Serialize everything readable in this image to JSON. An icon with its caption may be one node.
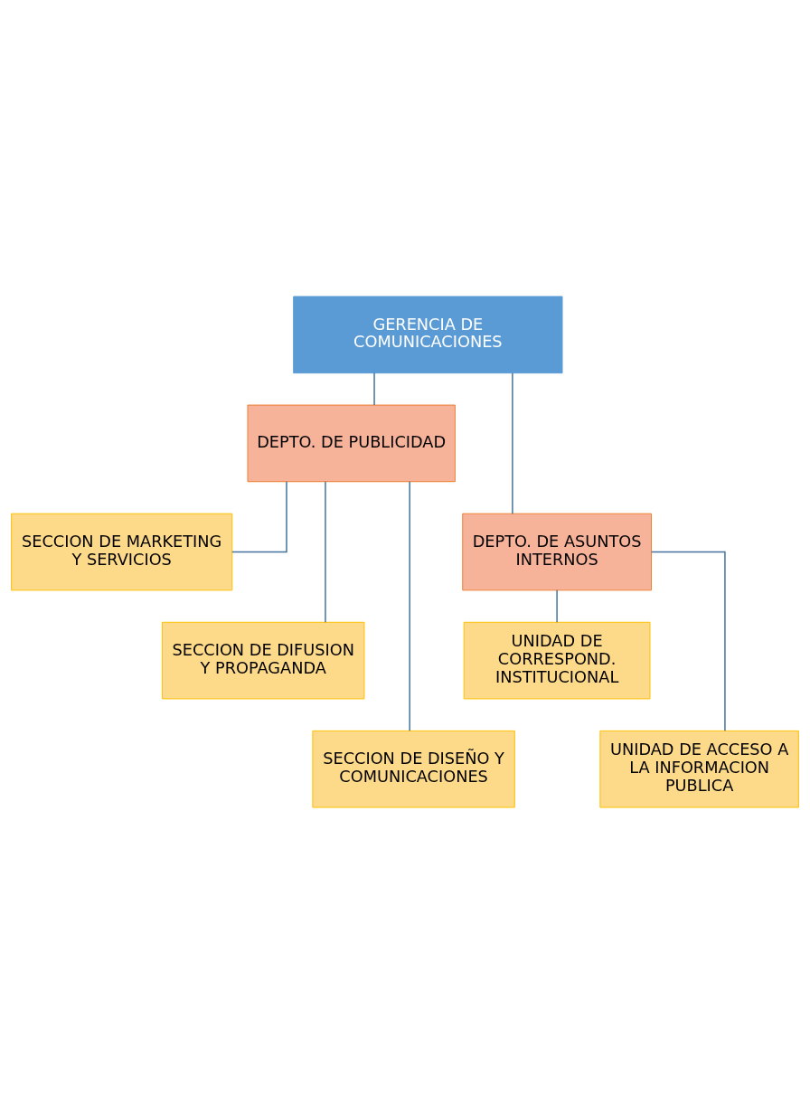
{
  "diagram": {
    "nodes": [
      {
        "text": [
          "GERENCIA DE COMUNICACIONES"
        ]
      },
      {
        "text": [
          "DEPTO. DE PUBLICIDAD"
        ]
      },
      {
        "text": [
          "DEPTO. DE ASUNTOS INTERNOS"
        ]
      },
      {
        "text": [
          "SECCION DE MARKETING Y SERVICIOS"
        ]
      },
      {
        "text": [
          "SECCION DE DIFUSION Y PROPAGANDA"
        ]
      },
      {
        "text": [
          "SECCION DE DISEÑO Y COMUNICACIONES"
        ]
      },
      {
        "text": [
          "UNIDAD DE CORRESPOND. INSTITUCIONAL"
        ]
      },
      {
        "text": [
          "UNIDAD DE ACCESO A LA INFORMACION PUBLICA"
        ]
      }
    ],
    "edges": [
      {
        "from": 0,
        "to": 1,
        "arrow": "none"
      },
      {
        "from": 0,
        "to": 2,
        "arrow": "none"
      },
      {
        "from": 1,
        "to": 3,
        "arrow": "none"
      },
      {
        "from": 1,
        "to": 4,
        "arrow": "none"
      },
      {
        "from": 1,
        "to": 5,
        "arrow": "none"
      },
      {
        "from": 2,
        "to": 6,
        "arrow": "none"
      },
      {
        "from": 2,
        "to": 7,
        "arrow": "none"
      }
    ]
  }
}
